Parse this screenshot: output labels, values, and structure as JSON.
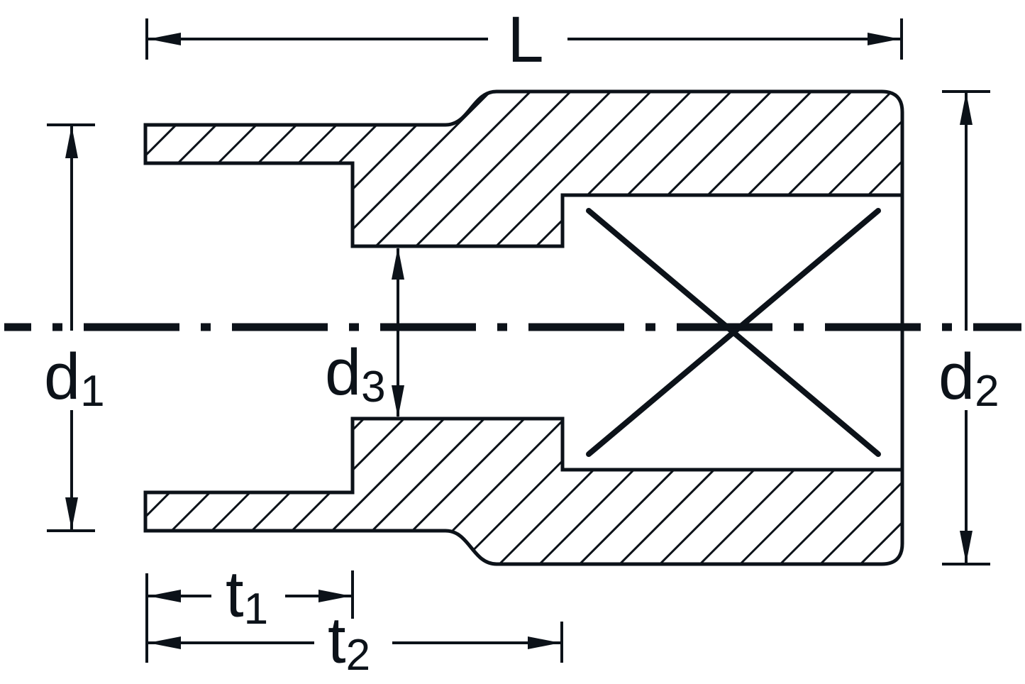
{
  "figure": {
    "name": "socket-cross-section-dimension-diagram",
    "background": "#ffffff",
    "ink": "#0c1219",
    "labels": {
      "L": {
        "text": "L"
      },
      "d1": {
        "base": "d",
        "sub": "1"
      },
      "d2": {
        "base": "d",
        "sub": "2"
      },
      "d3": {
        "base": "d",
        "sub": "3"
      },
      "t1": {
        "base": "t",
        "sub": "1"
      },
      "t2": {
        "base": "t",
        "sub": "2"
      }
    }
  }
}
